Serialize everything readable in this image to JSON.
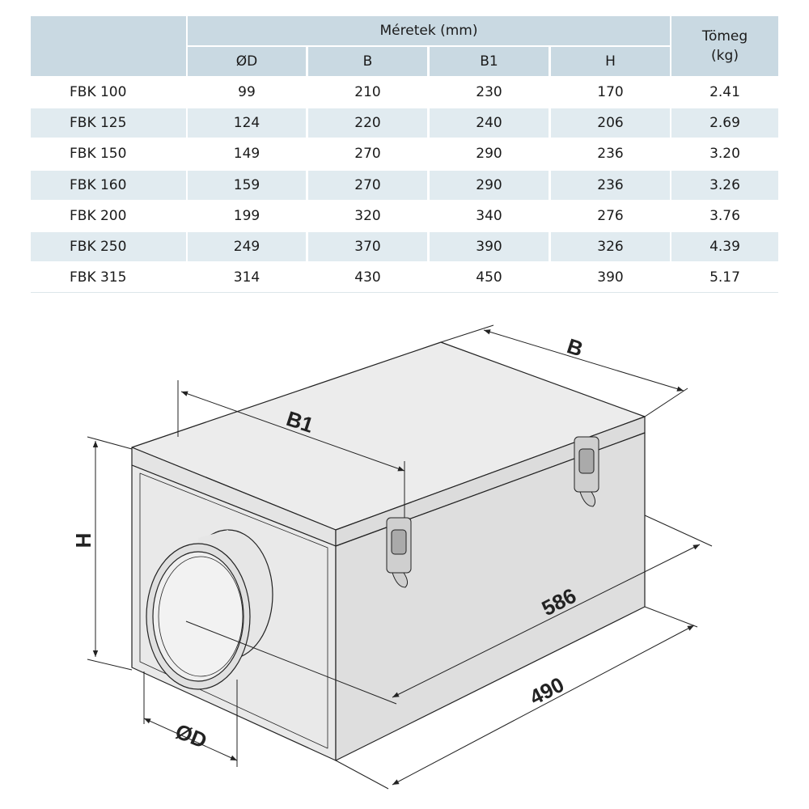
{
  "table": {
    "group_header": "Méretek (mm)",
    "weight_header_line1": "Tömeg",
    "weight_header_line2": "(kg)",
    "columns": [
      "ØD",
      "B",
      "B1",
      "H"
    ],
    "rows": [
      [
        "FBK 100",
        "99",
        "210",
        "230",
        "170",
        "2.41"
      ],
      [
        "FBK 125",
        "124",
        "220",
        "240",
        "206",
        "2.69"
      ],
      [
        "FBK 150",
        "149",
        "270",
        "290",
        "236",
        "3.20"
      ],
      [
        "FBK 160",
        "159",
        "270",
        "290",
        "236",
        "3.26"
      ],
      [
        "FBK 200",
        "199",
        "320",
        "340",
        "276",
        "3.76"
      ],
      [
        "FBK 250",
        "249",
        "370",
        "390",
        "326",
        "4.39"
      ],
      [
        "FBK 315",
        "314",
        "430",
        "450",
        "390",
        "5.17"
      ]
    ]
  },
  "drawing": {
    "labels": {
      "B": "B",
      "B1": "B1",
      "H": "H",
      "D": "ØD",
      "length_outer": "586",
      "length_inner": "490"
    }
  }
}
